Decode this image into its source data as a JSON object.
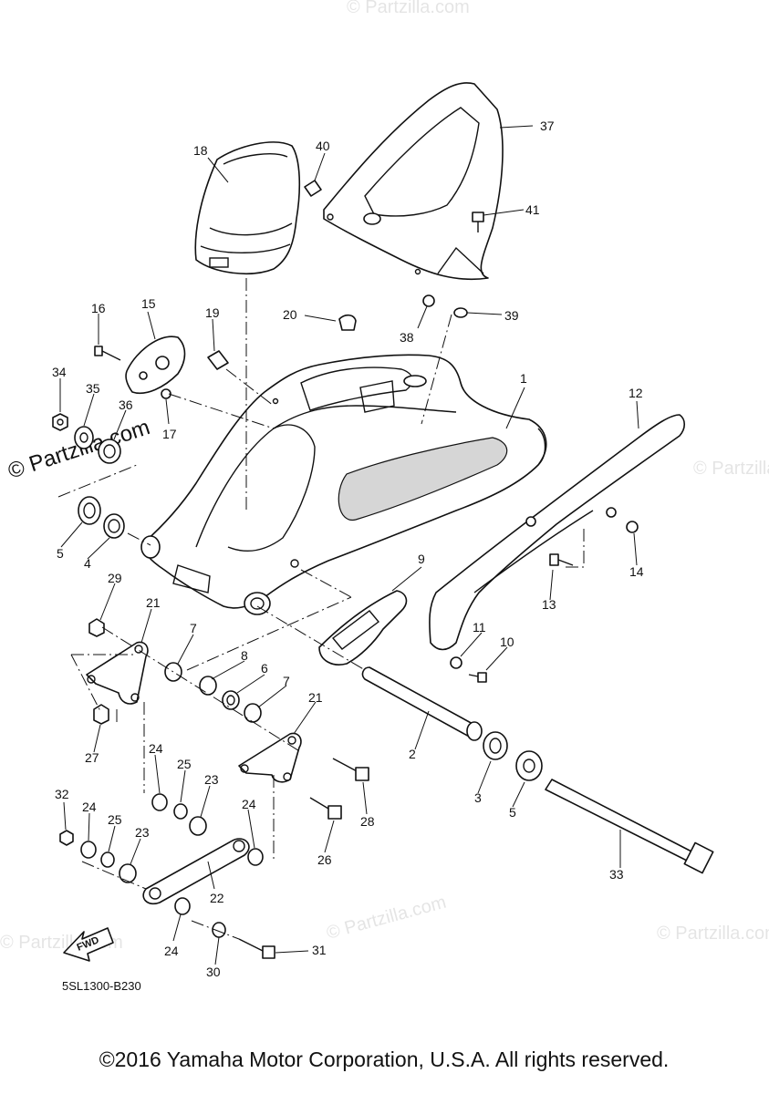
{
  "diagram_code": "5SL1300-B230",
  "copyright": "©2016 Yamaha Motor Corporation, U.S.A. All rights reserved.",
  "watermark": "© Partzilla.com",
  "fwd_label": "FWD",
  "callouts": [
    "1",
    "2",
    "3",
    "4",
    "5",
    "6",
    "7",
    "8",
    "9",
    "10",
    "11",
    "12",
    "13",
    "14",
    "15",
    "16",
    "17",
    "18",
    "19",
    "20",
    "21",
    "22",
    "23",
    "24",
    "25",
    "26",
    "27",
    "28",
    "29",
    "30",
    "31",
    "32",
    "33",
    "34",
    "35",
    "36",
    "37",
    "38",
    "39",
    "40",
    "41"
  ]
}
